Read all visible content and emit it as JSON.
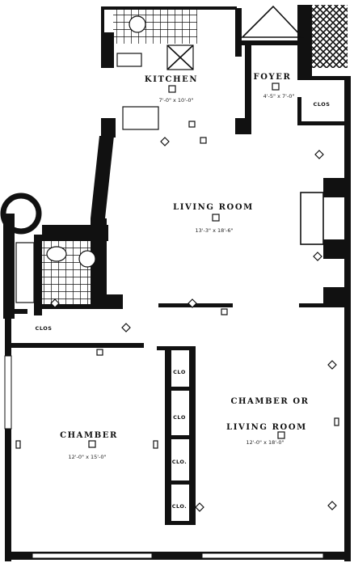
{
  "rooms": {
    "kitchen": {
      "name": "KITCHEN",
      "dims": "7'-0\" x 10'-0\""
    },
    "foyer": {
      "name": "FOYER",
      "dims": "4'-5\" x 7'-0\""
    },
    "living": {
      "name": "LIVING ROOM",
      "dims": "13'-3\" x 18'-6\""
    },
    "chamber_living": {
      "name_line1": "CHAMBER OR",
      "name_line2": "LIVING ROOM",
      "dims": "12'-0\" x 18'-0\""
    },
    "chamber": {
      "name": "CHAMBER",
      "dims": "12'-0\" x 15'-0\""
    }
  },
  "closets": {
    "clos_foyer": "CLOS",
    "clos_hall": "CLOS",
    "clo_1": "CLO",
    "clo_2": "CLO",
    "clo_3": "CLO.",
    "clo_4": "CLO."
  },
  "colors": {
    "ink": "#111111",
    "paper": "#ffffff"
  }
}
